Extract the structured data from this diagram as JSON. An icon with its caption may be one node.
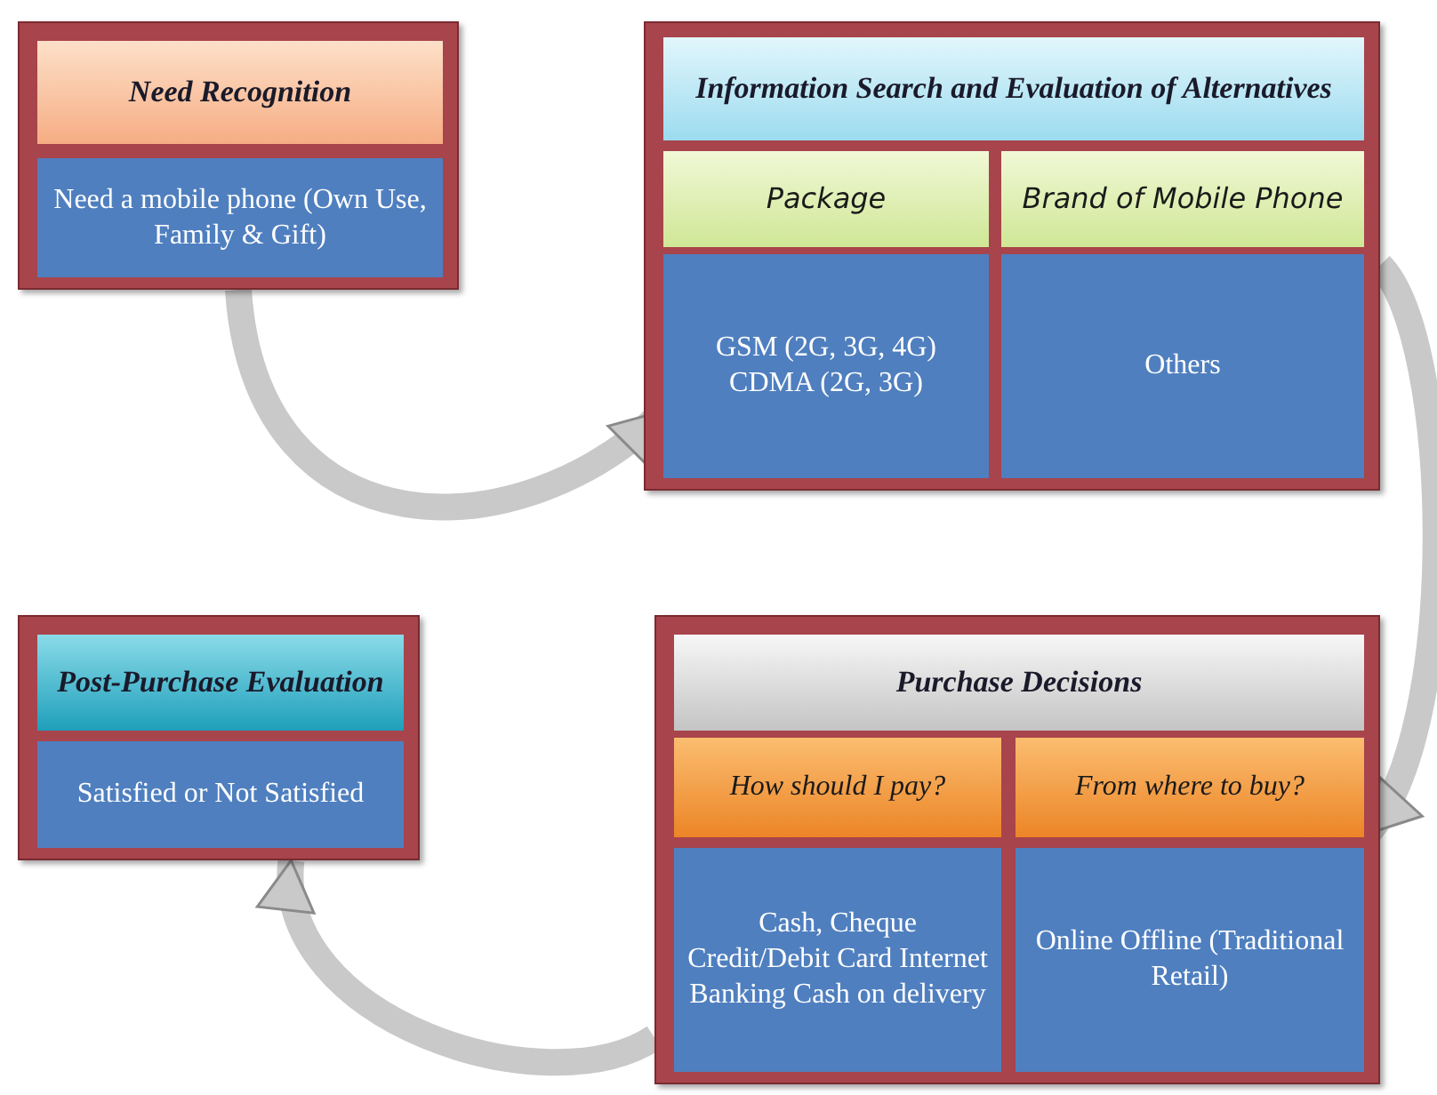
{
  "diagram": {
    "nodes": [
      {
        "text": [
          "Need Recognition",
          "Need a mobile phone (Own Use, Family & Gift)"
        ]
      },
      {
        "text": [
          "Information Search and Evaluation of Alternatives"
        ]
      },
      {
        "text": [
          "Package"
        ],
        "in": 1
      },
      {
        "text": [
          "Brand of Mobile Phone"
        ],
        "in": 1
      },
      {
        "text": [
          "GSM (2G, 3G, 4G) CDMA (2G, 3G)"
        ],
        "in": 1
      },
      {
        "text": [
          "Others"
        ],
        "in": 1
      },
      {
        "text": [
          "Post-Purchase Evaluation",
          "Satisfied or Not Satisfied"
        ]
      },
      {
        "text": [
          "Purchase Decisions"
        ]
      },
      {
        "text": [
          "How should I pay?"
        ],
        "in": 7
      },
      {
        "text": [
          "From where to buy?"
        ],
        "in": 7
      },
      {
        "text": [
          "Cash, Cheque Credit/Debit Card Internet Banking Cash on delivery"
        ],
        "in": 7
      },
      {
        "text": [
          "Online Offline (Traditional Retail)"
        ],
        "in": 7
      }
    ],
    "edges": [
      {
        "from": 0,
        "to": 4,
        "arrow": "to"
      },
      {
        "from": 1,
        "to": 9,
        "arrow": "to"
      },
      {
        "from": 7,
        "to": 6,
        "arrow": "to"
      }
    ]
  }
}
